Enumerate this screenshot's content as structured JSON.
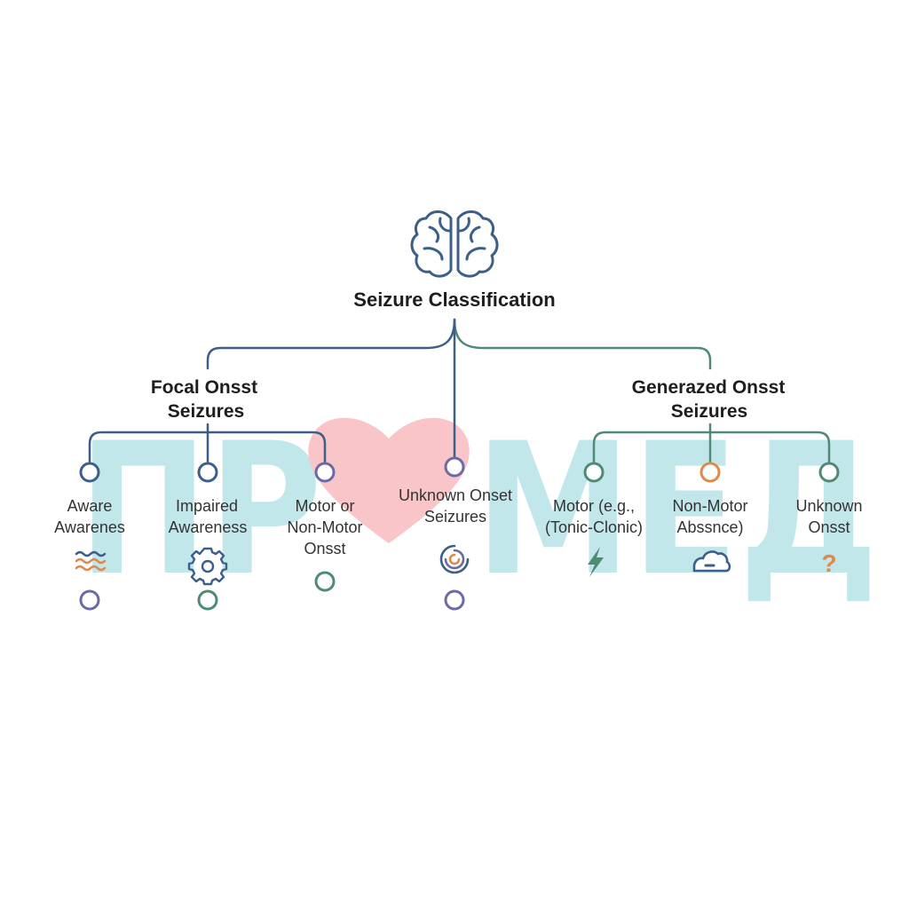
{
  "title": "Seizure Classification",
  "branches": {
    "focal": {
      "label_lines": [
        "Focal Onsst",
        "Seizures"
      ],
      "items": [
        {
          "lines": [
            "Aware",
            "Awarenes"
          ],
          "icon": "waves-icon"
        },
        {
          "lines": [
            "Impaired",
            "Awareness"
          ],
          "icon": "gear-icon"
        },
        {
          "lines": [
            "Motor or",
            "Non-Motor",
            "Onsst"
          ],
          "icon": ""
        }
      ]
    },
    "unknown": {
      "lines": [
        "Unknown Onset",
        "Seizures"
      ],
      "icon": "spiral-icon"
    },
    "generalized": {
      "label_lines": [
        "Generazed Onsst",
        "Seizures"
      ],
      "items": [
        {
          "lines": [
            "Motor (e.g.,",
            "(Tonic-Clonic)"
          ],
          "icon": "lightning-icon"
        },
        {
          "lines": [
            "Non-Motor",
            "Abssnce)"
          ],
          "icon": "cloud-icon"
        },
        {
          "lines": [
            "Unknown",
            "Onsst"
          ],
          "icon": "question-icon"
        }
      ]
    }
  },
  "watermark": {
    "text_left": "ПР",
    "text_right": "МЕД",
    "color": "#bfe6ea",
    "heart_color": "#f9c2c6"
  },
  "colors": {
    "blue": "#3c5f8a",
    "green": "#4f8a74",
    "purple": "#6a6aa6",
    "orange": "#e0894a"
  }
}
